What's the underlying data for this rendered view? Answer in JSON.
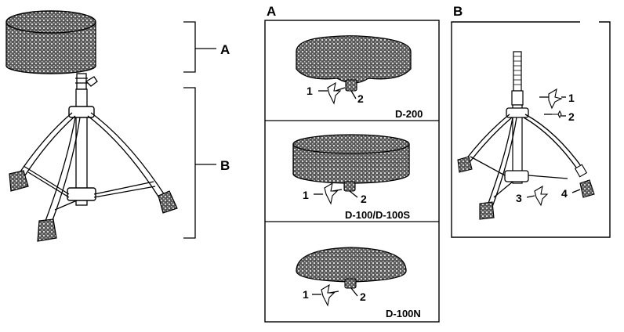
{
  "overview": {
    "bracket_seat_label": "A",
    "bracket_base_label": "B"
  },
  "panel_a": {
    "heading": "A",
    "items": [
      {
        "model": "D-200",
        "part1": "1",
        "part2": "2"
      },
      {
        "model": "D-100/D-100S",
        "part1": "1",
        "part2": "2"
      },
      {
        "model": "D-100N",
        "part1": "1",
        "part2": "2"
      }
    ]
  },
  "panel_b": {
    "heading": "B",
    "parts": [
      "1",
      "2",
      "3",
      "4"
    ]
  },
  "colors": {
    "ink": "#000000",
    "paper": "#ffffff",
    "seat_texture": "#6e6e6e"
  }
}
